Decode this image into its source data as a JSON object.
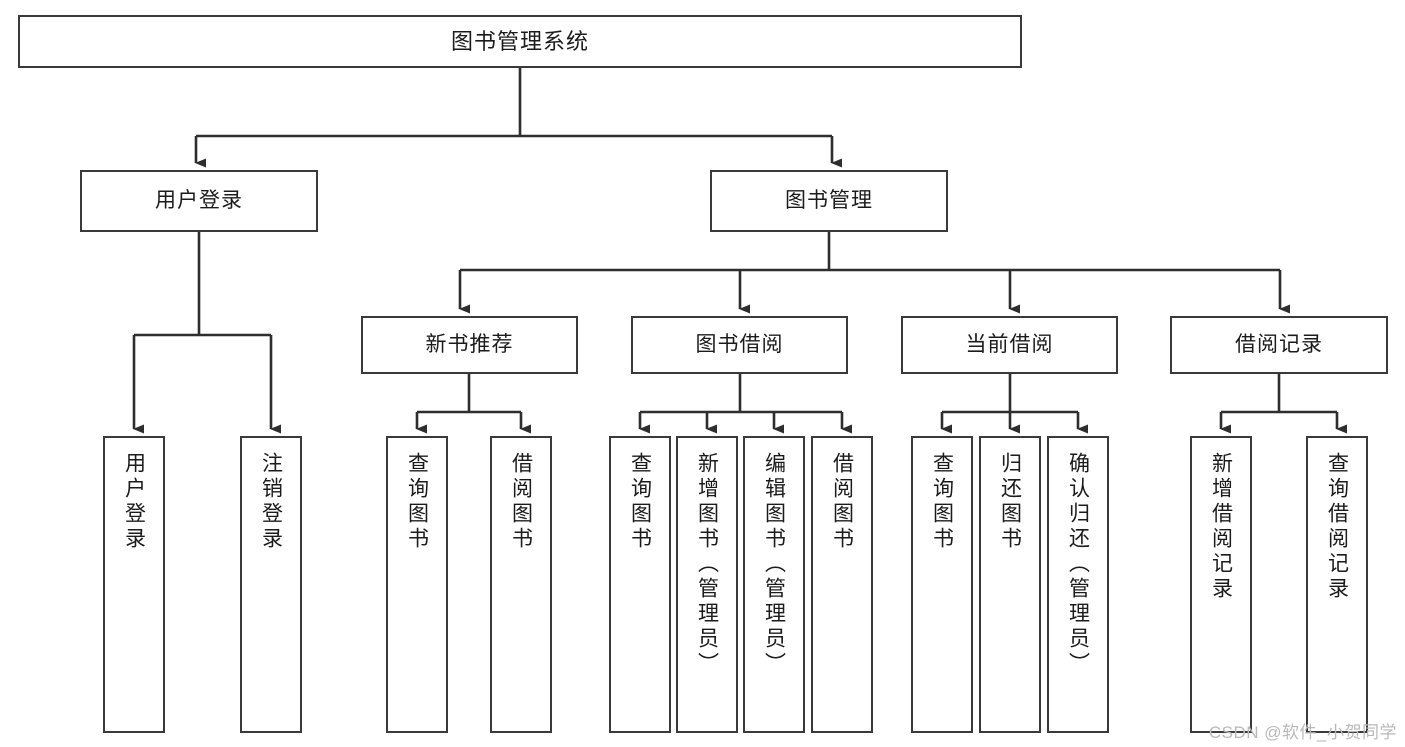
{
  "diagram": {
    "title": "图书管理系统",
    "watermark": "CSDN @软件_小贺同学",
    "levels": {
      "root": {
        "label": "图书管理系统"
      },
      "level2": [
        {
          "label": "用户登录"
        },
        {
          "label": "图书管理"
        }
      ],
      "level3": [
        {
          "label": "新书推荐"
        },
        {
          "label": "图书借阅"
        },
        {
          "label": "当前借阅"
        },
        {
          "label": "借阅记录"
        }
      ],
      "leaves": [
        {
          "label": "用户登录",
          "parent": "用户登录"
        },
        {
          "label": "注销登录",
          "parent": "用户登录"
        },
        {
          "label": "查询图书",
          "parent": "新书推荐"
        },
        {
          "label": "借阅图书",
          "parent": "新书推荐"
        },
        {
          "label": "查询图书",
          "parent": "图书借阅"
        },
        {
          "label": "新增图书（管理员）",
          "parent": "图书借阅"
        },
        {
          "label": "编辑图书（管理员）",
          "parent": "图书借阅"
        },
        {
          "label": "借阅图书",
          "parent": "图书借阅"
        },
        {
          "label": "查询图书",
          "parent": "当前借阅"
        },
        {
          "label": "归还图书",
          "parent": "当前借阅"
        },
        {
          "label": "确认归还（管理员）",
          "parent": "当前借阅"
        },
        {
          "label": "新增借阅记录",
          "parent": "借阅记录"
        },
        {
          "label": "查询借阅记录",
          "parent": "借阅记录"
        }
      ]
    },
    "colors": {
      "stroke": "#3a3a3a",
      "fill": "#ffffff",
      "text": "#1b1b1b",
      "watermark": "#b9b9b9"
    }
  }
}
